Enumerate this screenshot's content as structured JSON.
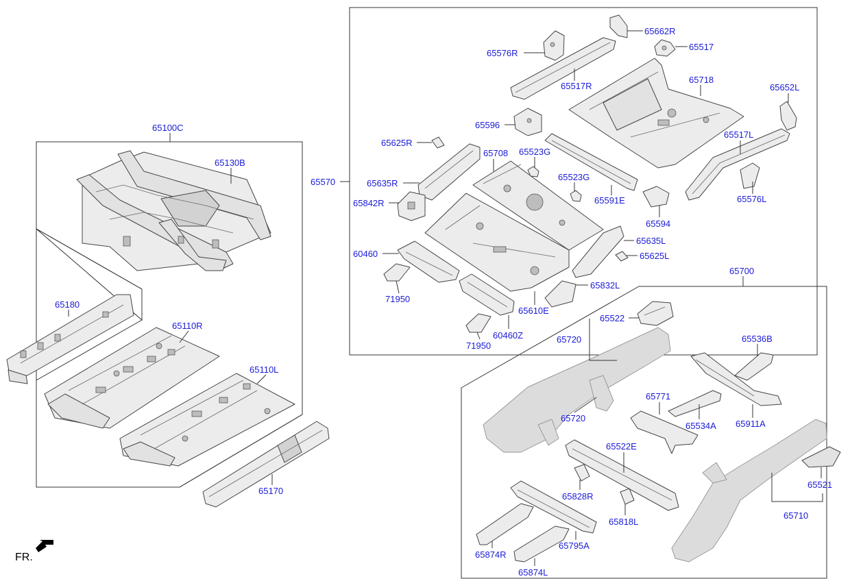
{
  "direction_label": "FR.",
  "labels": {
    "p65100C": "65100C",
    "p65130B": "65130B",
    "p65180": "65180",
    "p65110R": "65110R",
    "p65110L": "65110L",
    "p65170": "65170",
    "p65570": "65570",
    "p65576R": "65576R",
    "p65662R": "65662R",
    "p65517": "65517",
    "p65517R": "65517R",
    "p65718": "65718",
    "p65652L": "65652L",
    "p65596": "65596",
    "p65625R": "65625R",
    "p65708": "65708",
    "p65523G_a": "65523G",
    "p65523G_b": "65523G",
    "p65517L": "65517L",
    "p65635R": "65635R",
    "p65591E": "65591E",
    "p65576L": "65576L",
    "p65842R": "65842R",
    "p65594": "65594",
    "p65635L": "65635L",
    "p60460": "60460",
    "p65625L": "65625L",
    "p71950_a": "71950",
    "p65832L": "65832L",
    "p65610E": "65610E",
    "p60460Z": "60460Z",
    "p71950_b": "71950",
    "p65700": "65700",
    "p65522": "65522",
    "p65720_a": "65720",
    "p65536B": "65536B",
    "p65771": "65771",
    "p65720_b": "65720",
    "p65534A": "65534A",
    "p65911A": "65911A",
    "p65522E": "65522E",
    "p65828R": "65828R",
    "p65521": "65521",
    "p65818L": "65818L",
    "p65710": "65710",
    "p65874R": "65874R",
    "p65795A": "65795A",
    "p65874L": "65874L"
  }
}
